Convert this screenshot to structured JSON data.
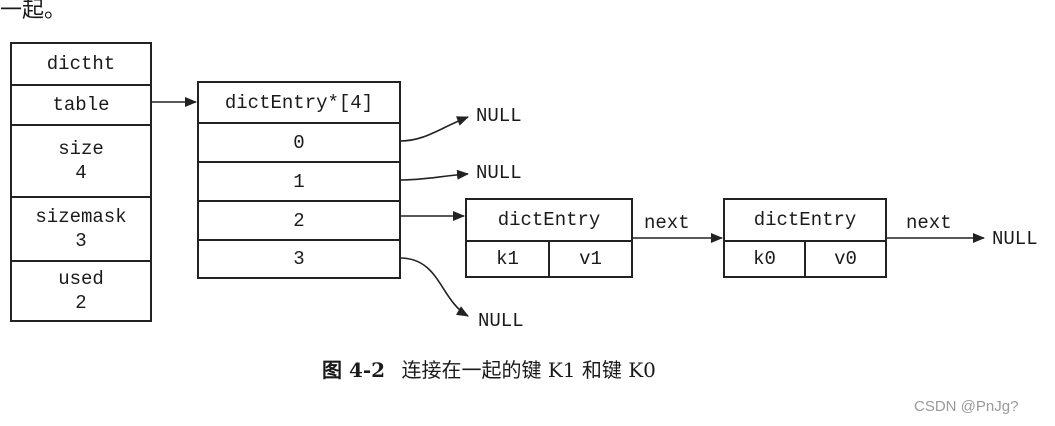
{
  "page": {
    "top_fragment": "一起。",
    "caption_figure": "图 4-2",
    "caption_text": "连接在一起的键 K1 和键 K0",
    "watermark": "CSDN @PnJg?"
  },
  "diagram": {
    "dictht": {
      "title": "dictht",
      "table_label": "table",
      "size_label": "size",
      "size_value": "4",
      "sizemask_label": "sizemask",
      "sizemask_value": "3",
      "used_label": "used",
      "used_value": "2"
    },
    "table_array": {
      "title": "dictEntry*[4]",
      "indices": [
        "0",
        "1",
        "2",
        "3"
      ]
    },
    "entry_k1": {
      "title": "dictEntry",
      "key": "k1",
      "value": "v1"
    },
    "entry_k0": {
      "title": "dictEntry",
      "key": "k0",
      "value": "v0"
    },
    "labels": {
      "null_0": "NULL",
      "null_1": "NULL",
      "null_3": "NULL",
      "null_end": "NULL",
      "next_1": "next",
      "next_2": "next"
    }
  }
}
